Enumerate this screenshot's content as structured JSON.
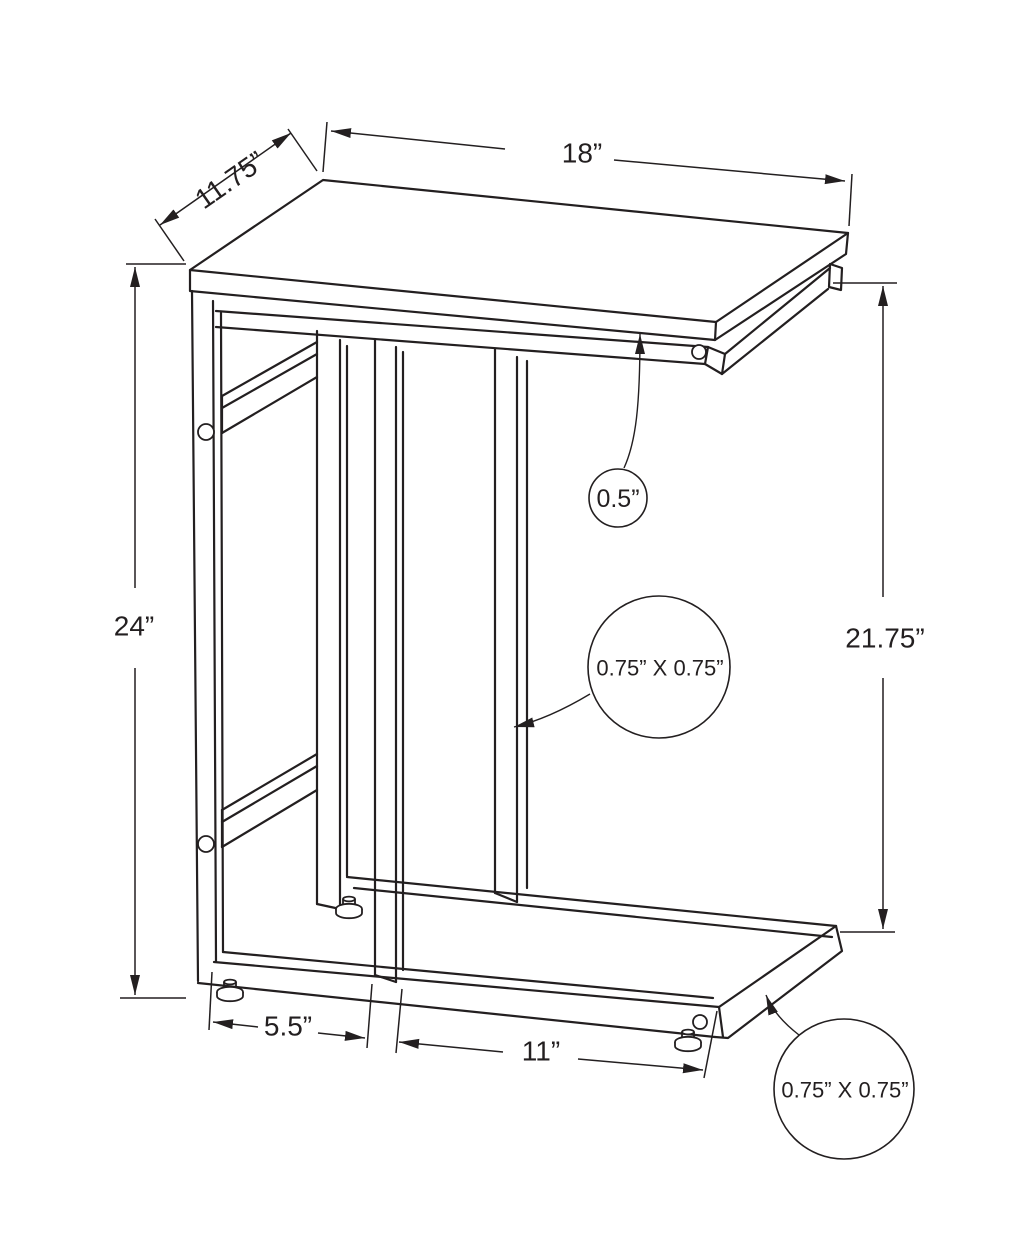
{
  "colors": {
    "background": "#ffffff",
    "ink": "#231f20"
  },
  "drawing": {
    "kind": "technical dimension line drawing",
    "subject": "C-shaped metal accent side table with adjustable floor glides",
    "units": "inches"
  },
  "annotations": {
    "top_depth": "11.75”",
    "top_width": "18”",
    "overall_height": "24”",
    "clearance_height": "21.75”",
    "top_thickness": "0.5”",
    "mid_leg_section": "0.75” X 0.75”",
    "base_frame_section": "0.75” X 0.75”",
    "base_left_offset": "5.5”",
    "base_clearance_width": "11”"
  }
}
